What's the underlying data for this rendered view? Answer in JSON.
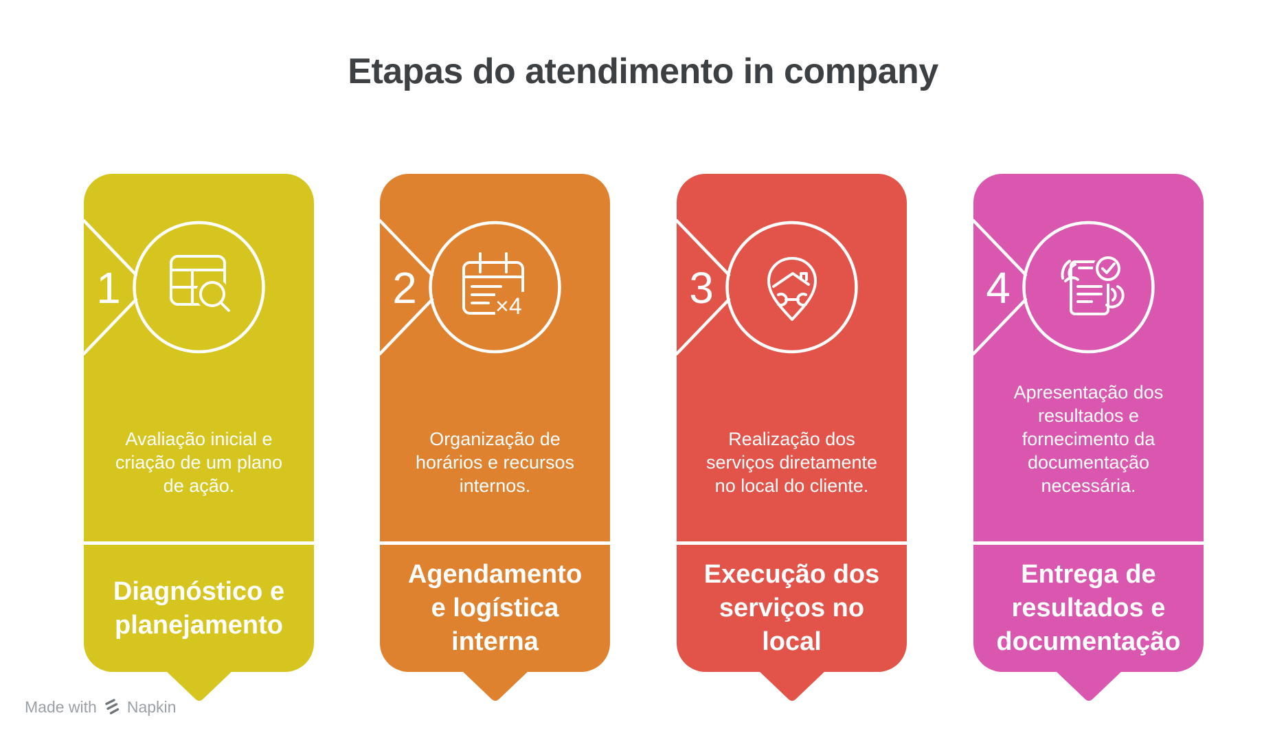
{
  "title": "Etapas do atendimento in company",
  "title_color": "#3c4043",
  "steps": [
    {
      "number": "1",
      "color": "#d5c51e",
      "icon": "table-search-icon",
      "description": [
        "Avaliação inicial e",
        "criação de um plano",
        "de ação."
      ],
      "title": [
        "Diagnóstico e",
        "planejamento"
      ]
    },
    {
      "number": "2",
      "color": "#de8230",
      "icon": "calendar-x4-icon",
      "icon_label": "×4",
      "description": [
        "Organização de",
        "horários e recursos",
        "internos."
      ],
      "title": [
        "Agendamento",
        "e logística",
        "interna"
      ]
    },
    {
      "number": "3",
      "color": "#e2544a",
      "icon": "location-pin-service-icon",
      "description": [
        "Realização dos",
        "serviços diretamente",
        "no local do cliente."
      ],
      "title": [
        "Execução dos",
        "serviços no",
        "local"
      ]
    },
    {
      "number": "4",
      "color": "#d957ae",
      "icon": "document-handover-icon",
      "description": [
        "Apresentação dos",
        "resultados e",
        "fornecimento da",
        "documentação",
        "necessária."
      ],
      "title": [
        "Entrega de",
        "resultados e",
        "documentação"
      ]
    }
  ],
  "watermark": {
    "prefix": "Made with",
    "brand": "Napkin"
  }
}
